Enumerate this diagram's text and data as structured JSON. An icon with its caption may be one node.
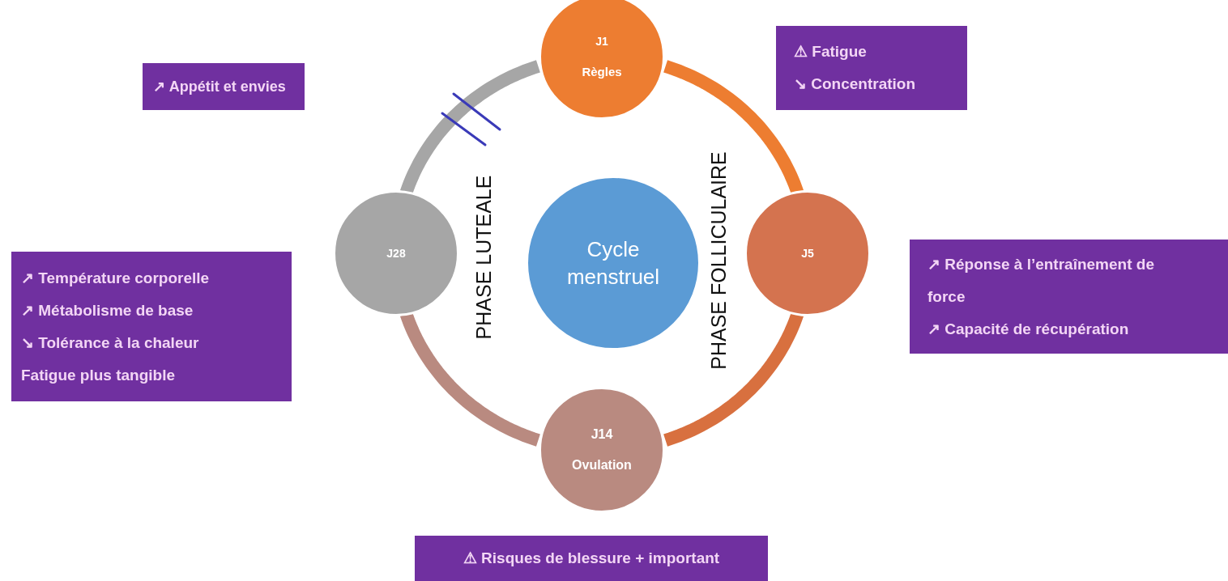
{
  "diagram": {
    "nodes": [
      {
        "text": [
          "Cycle menstruel"
        ]
      },
      {
        "text": [
          "J1",
          "Règles"
        ]
      },
      {
        "text": [
          "J5"
        ]
      },
      {
        "text": [
          "J14",
          "Ovulation"
        ]
      },
      {
        "text": [
          "J28"
        ]
      },
      {
        "text": [
          "↗ Appétit et envies"
        ]
      },
      {
        "text": [
          "⚠ Fatigue",
          "↘ Concentration"
        ]
      },
      {
        "text": [
          "↗ Température corporelle",
          "↗ Métabolisme de base",
          "↘ Tolérance à la chaleur",
          "Fatigue plus tangible"
        ]
      },
      {
        "text": [
          "↗ Réponse à l’entraînement de force",
          "↗ Capacité de récupération"
        ]
      },
      {
        "text": [
          "⚠ Risques de blessure + important"
        ]
      }
    ],
    "edges": [
      {
        "from": 1,
        "to": 2,
        "arrow": "none",
        "color": "#ed7d31"
      },
      {
        "from": 2,
        "to": 3,
        "arrow": "none",
        "color": "#d8703f"
      },
      {
        "from": 3,
        "to": 4,
        "arrow": "none",
        "color": "#b98a80"
      },
      {
        "from": 4,
        "to": 1,
        "arrow": "none",
        "color": "#a6a6a6"
      }
    ],
    "labels": [
      "PHASE LUTEALE",
      "PHASE FOLLICULAIRE"
    ]
  }
}
